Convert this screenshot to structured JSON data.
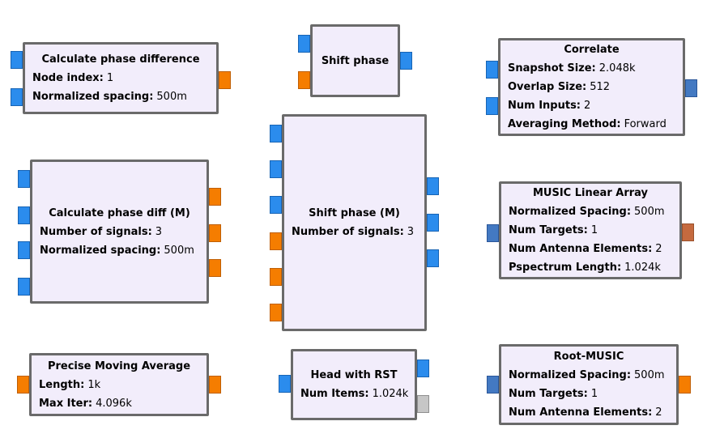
{
  "canvas": {
    "background": "#ffffff"
  },
  "block_style": {
    "background": "#f2edfb",
    "border": "#6a6a6a",
    "text": "#000000"
  },
  "port_colors": {
    "complex": "#2b8ced",
    "float": "#f57d00",
    "vector_complex": "#4379c2",
    "vector_float": "#c56a3f",
    "message": "#c6c6c6"
  },
  "blocks": [
    {
      "title": "Calculate phase difference",
      "params": [
        {
          "label": "Node index:",
          "value": "1"
        },
        {
          "label": "Normalized spacing:",
          "value": "500m"
        }
      ],
      "inputs": [
        "complex",
        "complex"
      ],
      "outputs": [
        "float"
      ]
    },
    {
      "title": "Shift phase",
      "params": [],
      "inputs": [
        "complex",
        "float"
      ],
      "outputs": [
        "complex"
      ]
    },
    {
      "title": "Correlate",
      "params": [
        {
          "label": "Snapshot Size:",
          "value": "2.048k"
        },
        {
          "label": "Overlap Size:",
          "value": "512"
        },
        {
          "label": "Num Inputs:",
          "value": "2"
        },
        {
          "label": "Averaging Method:",
          "value": "Forward"
        }
      ],
      "inputs": [
        "complex",
        "complex"
      ],
      "outputs": [
        "vector_complex"
      ]
    },
    {
      "title": "Calculate phase diff (M)",
      "params": [
        {
          "label": "Number of signals:",
          "value": "3"
        },
        {
          "label": "Normalized spacing:",
          "value": "500m"
        }
      ],
      "inputs": [
        "complex",
        "complex",
        "complex",
        "complex"
      ],
      "outputs": [
        "float",
        "float",
        "float"
      ]
    },
    {
      "title": "Shift phase (M)",
      "params": [
        {
          "label": "Number of signals:",
          "value": "3"
        }
      ],
      "inputs": [
        "complex",
        "complex",
        "complex",
        "float",
        "float",
        "float"
      ],
      "outputs": [
        "complex",
        "complex",
        "complex"
      ]
    },
    {
      "title": "MUSIC Linear Array",
      "params": [
        {
          "label": "Normalized Spacing:",
          "value": "500m"
        },
        {
          "label": "Num Targets:",
          "value": "1"
        },
        {
          "label": "Num Antenna Elements:",
          "value": "2"
        },
        {
          "label": "Pspectrum Length:",
          "value": "1.024k"
        }
      ],
      "inputs": [
        "vector_complex"
      ],
      "outputs": [
        "vector_float"
      ]
    },
    {
      "title": "Precise Moving Average",
      "params": [
        {
          "label": "Length:",
          "value": "1k"
        },
        {
          "label": "Max Iter:",
          "value": "4.096k"
        }
      ],
      "inputs": [
        "float"
      ],
      "outputs": [
        "float"
      ]
    },
    {
      "title": "Head with RST",
      "params": [
        {
          "label": "Num Items:",
          "value": "1.024k"
        }
      ],
      "inputs": [
        "complex"
      ],
      "outputs": [
        "complex",
        "message"
      ]
    },
    {
      "title": "Root-MUSIC",
      "params": [
        {
          "label": "Normalized Spacing:",
          "value": "500m"
        },
        {
          "label": "Num Targets:",
          "value": "1"
        },
        {
          "label": "Num Antenna Elements:",
          "value": "2"
        }
      ],
      "inputs": [
        "vector_complex"
      ],
      "outputs": [
        "float"
      ]
    }
  ]
}
